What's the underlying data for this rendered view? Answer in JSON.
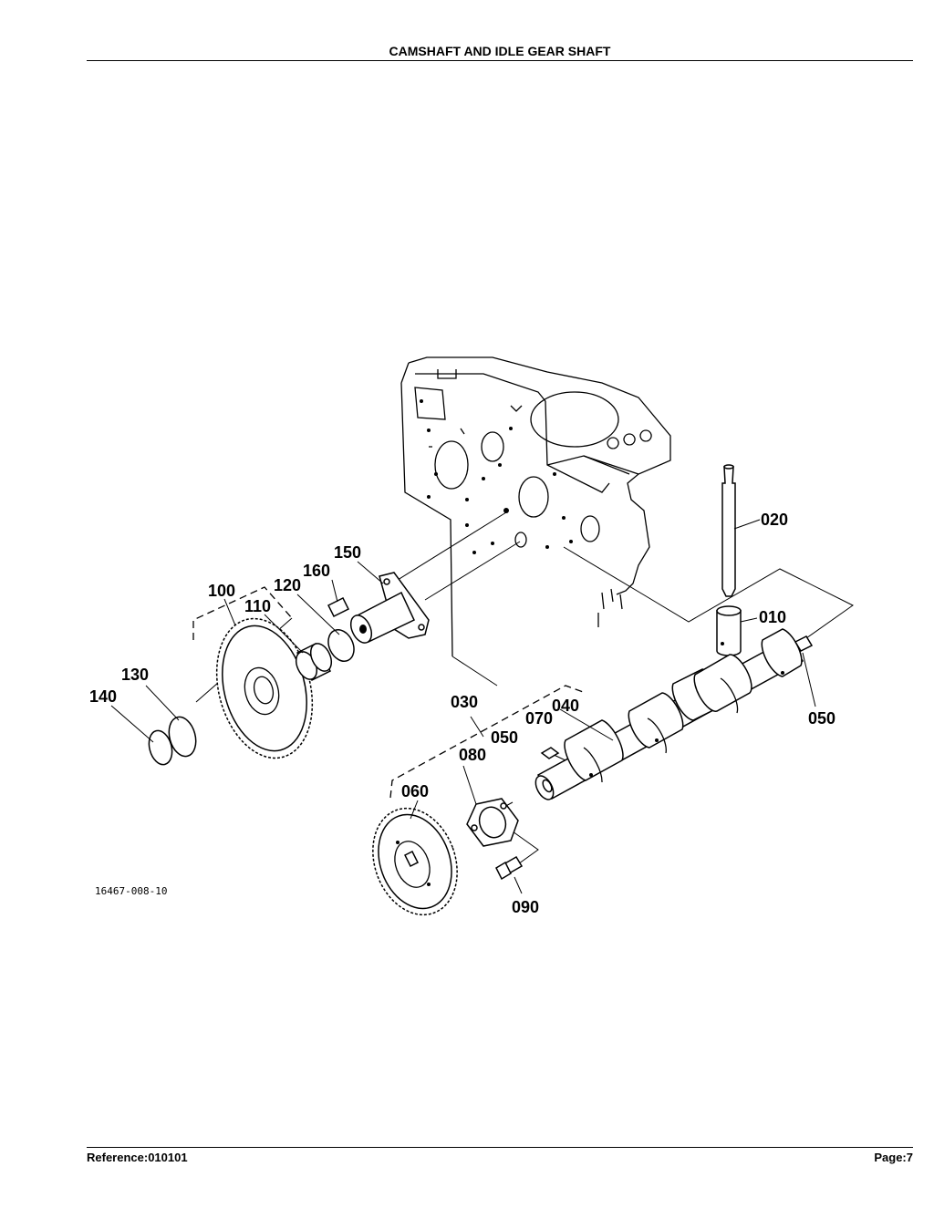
{
  "header": {
    "title": "CAMSHAFT AND IDLE GEAR SHAFT"
  },
  "footer": {
    "reference": "Reference:010101",
    "page": "Page:7"
  },
  "diagram": {
    "drawing_code": "16467-008-10",
    "callouts": {
      "c010": "010",
      "c020": "020",
      "c030": "030",
      "c040": "040",
      "c050a": "050",
      "c050b": "050",
      "c060": "060",
      "c070": "070",
      "c080": "080",
      "c090": "090",
      "c100": "100",
      "c110": "110",
      "c120": "120",
      "c130": "130",
      "c140": "140",
      "c150": "150",
      "c160": "160"
    }
  }
}
